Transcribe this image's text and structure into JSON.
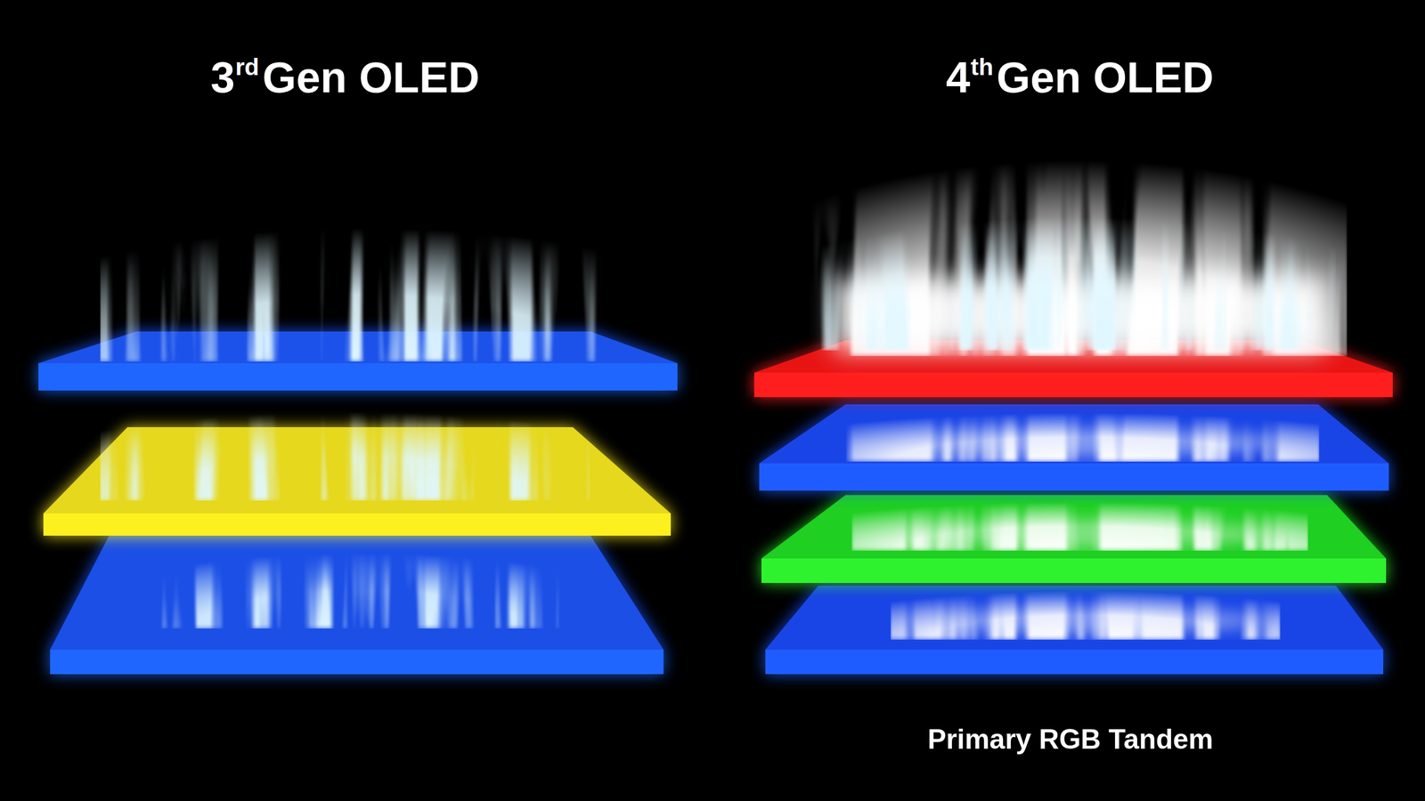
{
  "diagram": {
    "labels": [
      "3",
      "rd",
      "Gen OLED",
      "4",
      "th",
      "Gen OLED",
      "Primary RGB Tandem"
    ]
  }
}
